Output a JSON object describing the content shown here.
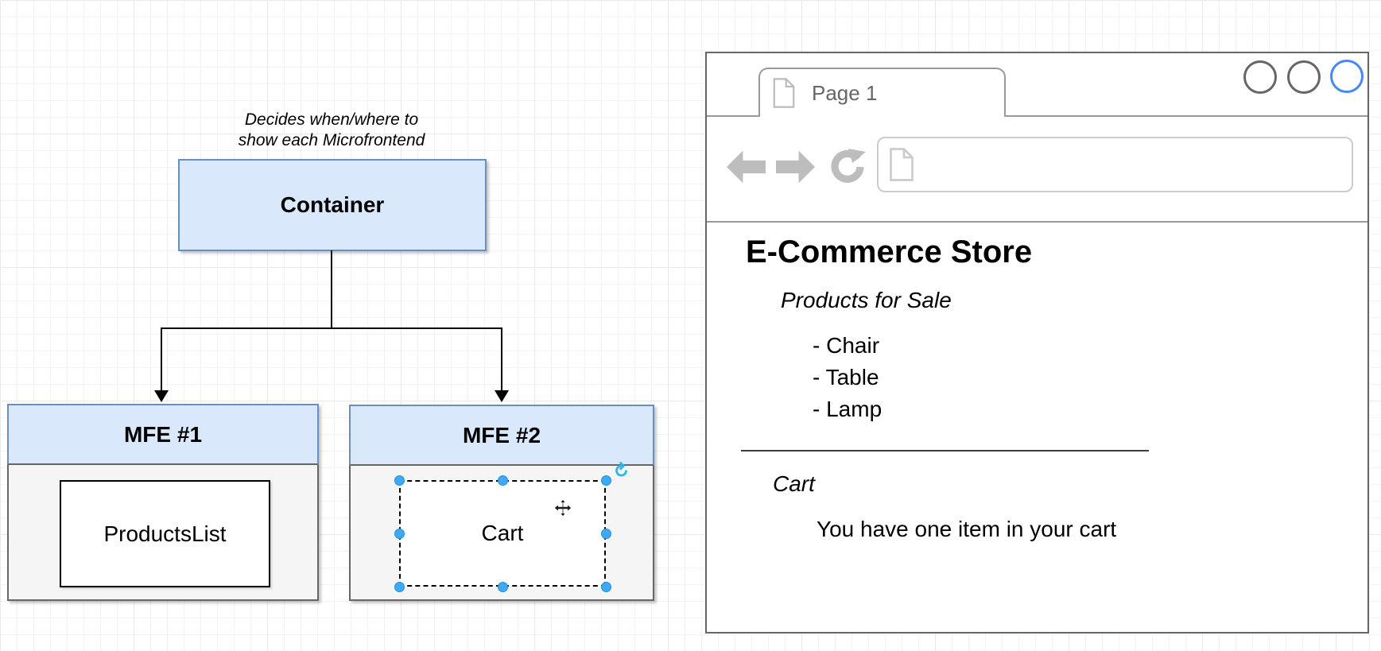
{
  "diagram": {
    "annotation": {
      "line1": "Decides when/where to",
      "line2": "show each Microfrontend"
    },
    "container": {
      "label": "Container"
    },
    "mfe1": {
      "title": "MFE #1",
      "component": "ProductsList"
    },
    "mfe2": {
      "title": "MFE #2",
      "component": "Cart",
      "selected": true
    },
    "glyphs": {
      "rotate_handle": "↻"
    },
    "colors": {
      "node_fill": "#dae8fc",
      "node_border": "#6c8ebf",
      "list_body_fill": "#f5f5f5",
      "list_border": "#666666",
      "selection_handle": "#3fa9f5",
      "rotate_icon": "#29b6f2",
      "connector": "#000000"
    }
  },
  "browser": {
    "tab_label": "Page 1",
    "url_value": "",
    "window_controls": {
      "count": 3,
      "inactive_color": "#666666",
      "active_color": "#4788f4"
    },
    "content": {
      "heading": "E-Commerce Store",
      "products_title": "Products for Sale",
      "products": [
        "- Chair",
        "- Table",
        "- Lamp"
      ],
      "cart_title": "Cart",
      "cart_message": "You have one item in your cart"
    }
  }
}
